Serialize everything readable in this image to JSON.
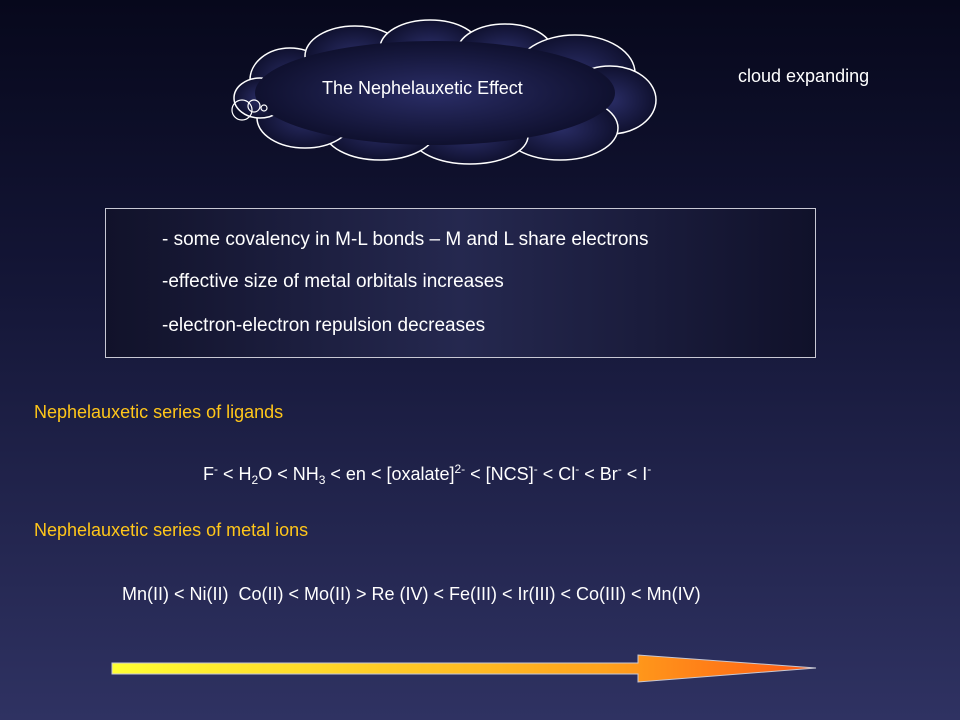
{
  "title": "The Nephelauxetic Effect",
  "side_note": "cloud expanding",
  "bullets": [
    "- some covalency in M-L bonds – M and L share electrons",
    "-effective size of metal orbitals increases",
    "-electron-electron repulsion decreases"
  ],
  "ligands_heading": "Nephelauxetic series of ligands",
  "ligand_series": {
    "f": "F",
    "f_charge": "-",
    "lt1": " < H",
    "h2o_sub": "2",
    "h2o_rest": "O < NH",
    "nh3_sub": "3",
    "mid": " < en < [oxalate]",
    "ox_charge": "2-",
    "ncs": " < [NCS]",
    "ncs_charge": "-",
    "cl": " < Cl",
    "cl_charge": "-",
    "br": " < Br",
    "br_charge": "-",
    "i": " < I",
    "i_charge": "-"
  },
  "metals_heading": "Nephelauxetic series of metal ions",
  "metal_series": "Mn(II) < Ni(II)  Co(II) < Mo(II) > Re (IV) < Fe(III) < Ir(III) < Co(III) < Mn(IV)",
  "colors": {
    "heading": "#ffc61a",
    "arrow_start": "#ffff33",
    "arrow_end": "#ff5a14",
    "cloud_edge": "#2d2d55"
  }
}
